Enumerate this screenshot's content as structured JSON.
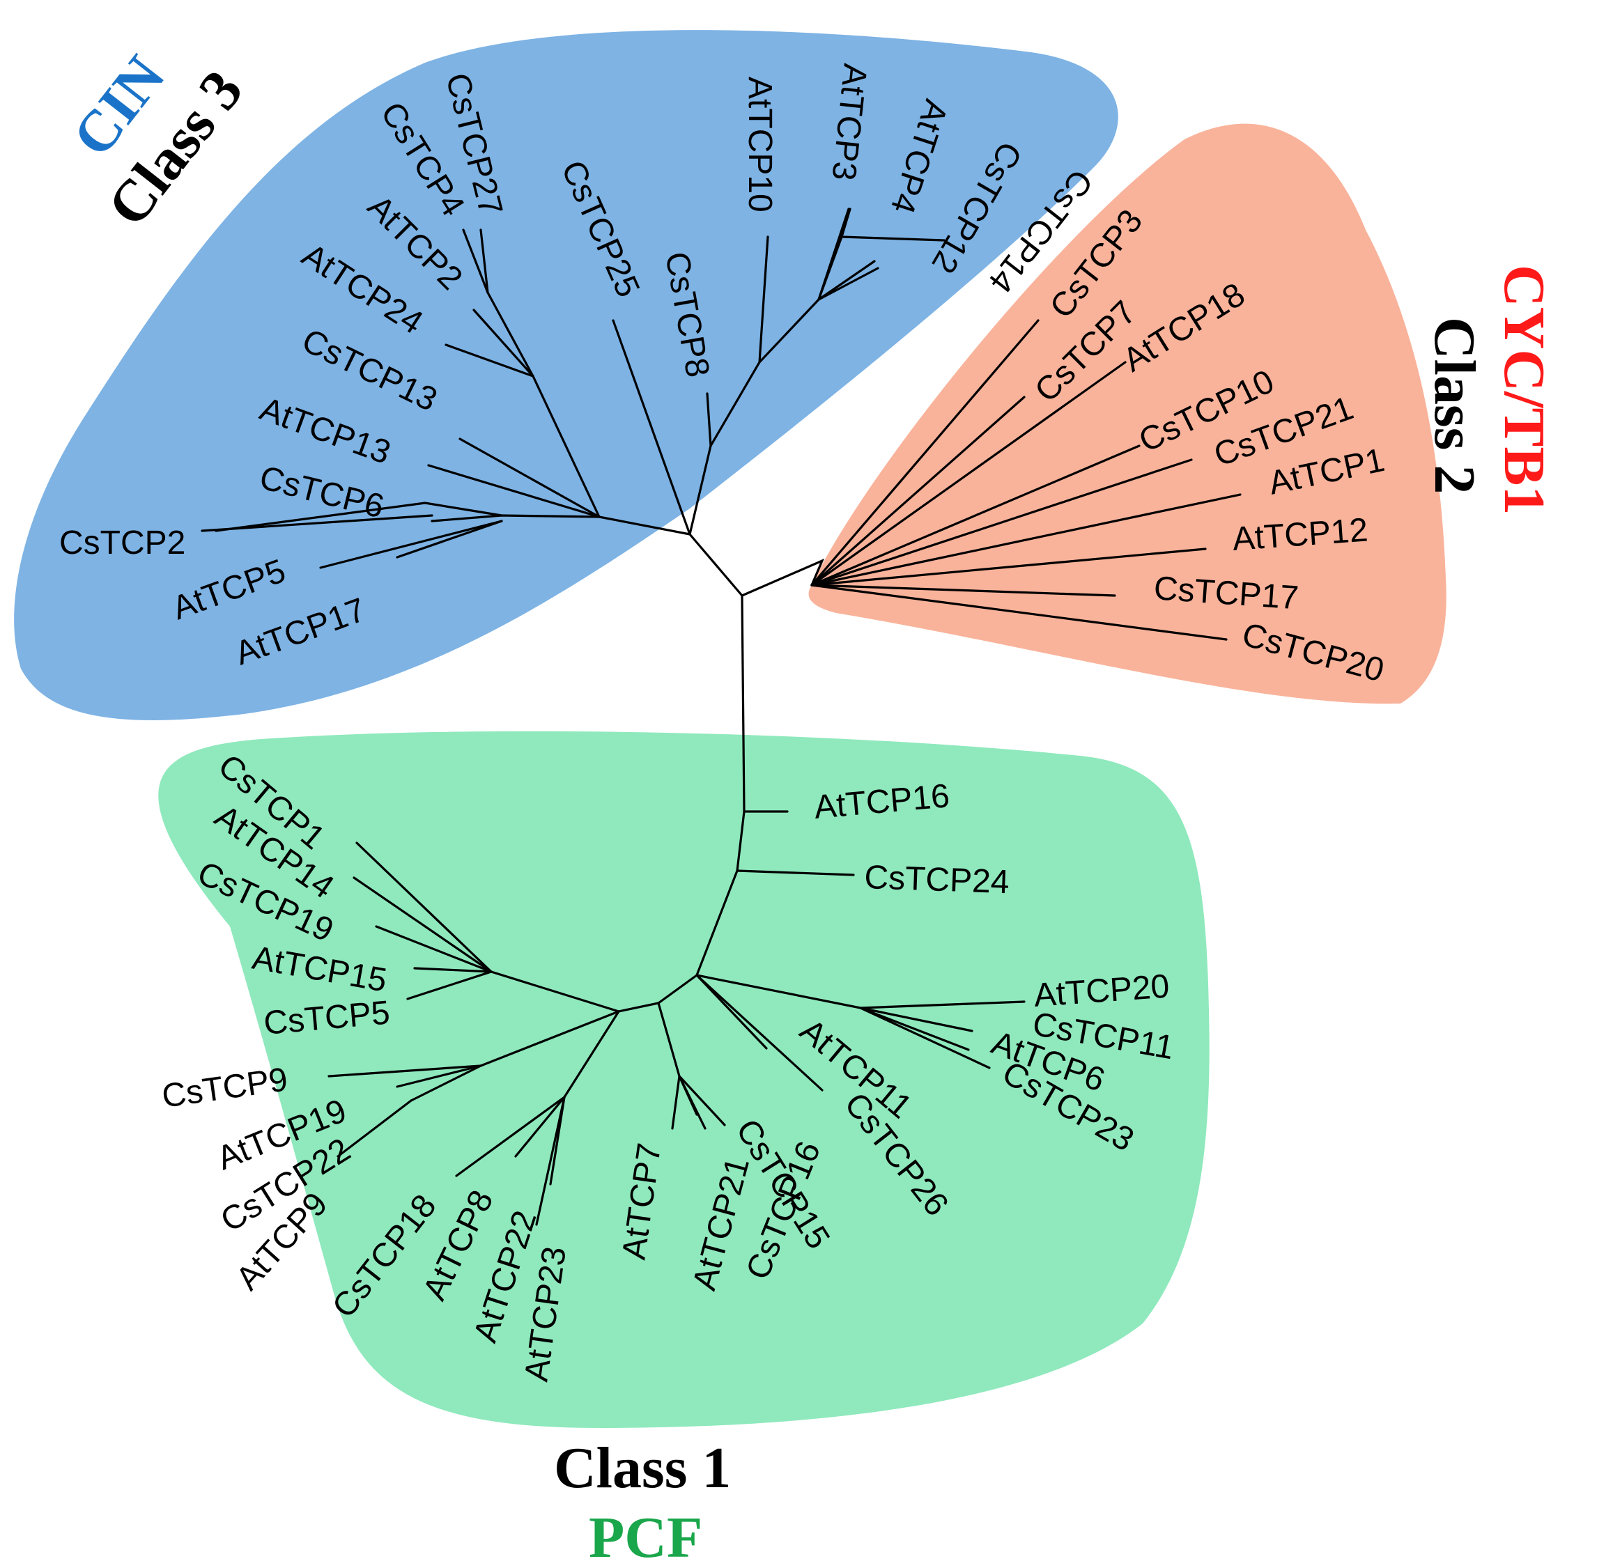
{
  "colors": {
    "class3_fill": "#7eb3e4",
    "class2_fill": "#f9b39b",
    "class1_fill": "#8fe9bd",
    "cin_label": "#1a73c8",
    "cyc_label": "#ff1a1a",
    "pcf_label": "#1aa64b",
    "class_label": "#000000"
  },
  "groups": {
    "class3": {
      "subfamily": "CIN",
      "class": "Class 3"
    },
    "class2": {
      "subfamily": "CYC/TB1",
      "class": "Class 2"
    },
    "class1": {
      "subfamily": "PCF",
      "class": "Class 1"
    }
  },
  "leaves": [
    "CsTCP2",
    "AtTCP5",
    "AtTCP17",
    "CsTCP6",
    "AtTCP13",
    "CsTCP13",
    "AtTCP24",
    "AtTCP2",
    "CsTCP4",
    "CsTCP27",
    "CsTCP25",
    "CsTCP8",
    "AtTCP10",
    "AtTCP3",
    "AtTCP4",
    "CsTCP12",
    "CsTCP14",
    "CsTCP3",
    "CsTCP7",
    "AtTCP18",
    "CsTCP10",
    "CsTCP21",
    "AtTCP1",
    "AtTCP12",
    "CsTCP17",
    "CsTCP20",
    "AtTCP16",
    "CsTCP24",
    "CsTCP1",
    "AtTCP14",
    "CsTCP19",
    "AtTCP15",
    "CsTCP5",
    "CsTCP9",
    "AtTCP19",
    "CsTCP22",
    "AtTCP9",
    "CsTCP18",
    "AtTCP8",
    "AtTCP22",
    "AtTCP23",
    "AtTCP7",
    "AtTCP21",
    "CsTCP16",
    "CsTCP15",
    "AtTCP11",
    "CsTCP26",
    "AtTCP20",
    "CsTCP11",
    "AtTCP6",
    "CsTCP23"
  ]
}
